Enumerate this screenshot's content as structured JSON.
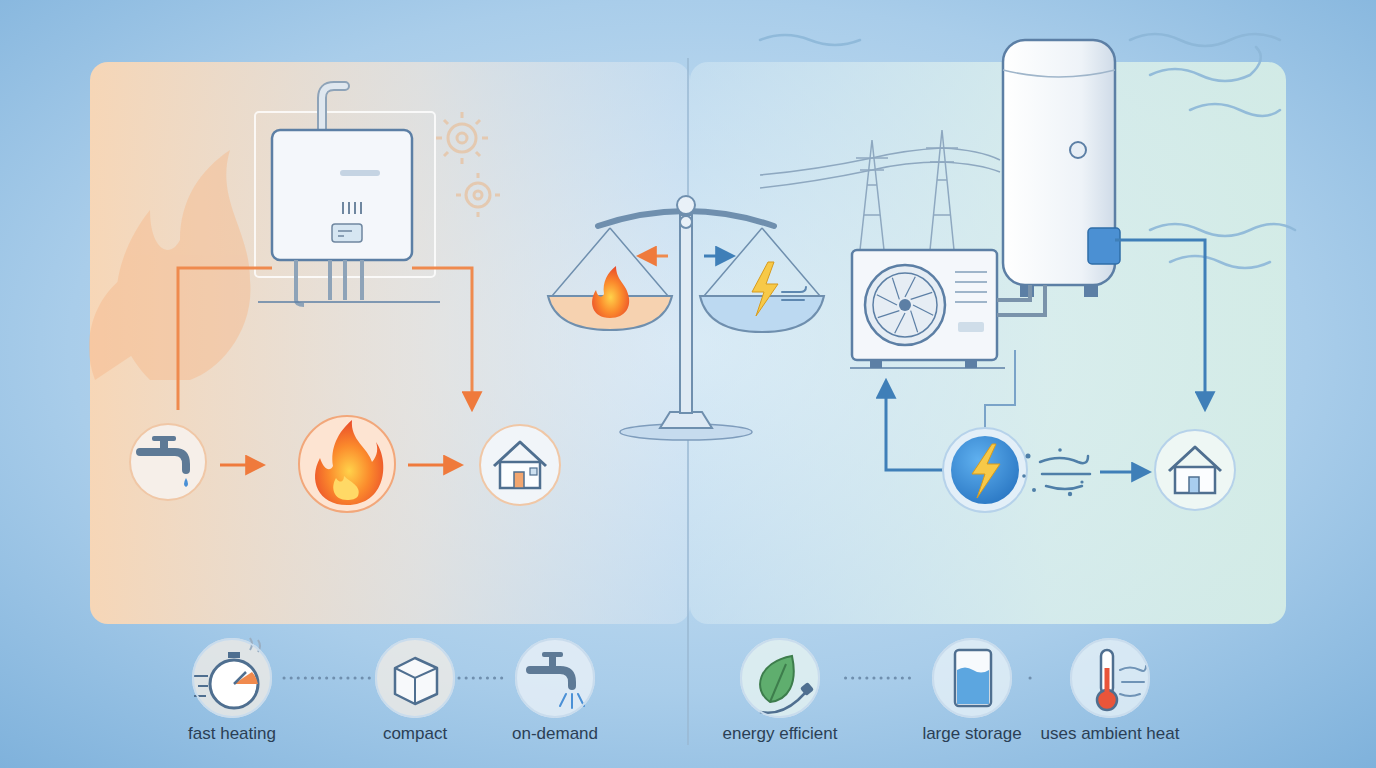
{
  "diagram": {
    "nodes": [
      {
        "text": [
          "fast heating"
        ]
      },
      {
        "text": [
          "compact"
        ]
      },
      {
        "text": [
          "on-demand"
        ]
      },
      {
        "text": [
          "energy efficient"
        ]
      },
      {
        "text": [
          "large storage"
        ]
      },
      {
        "text": [
          "uses ambient heat"
        ]
      }
    ],
    "edges": [
      {
        "from": 0,
        "to": 1,
        "arrow": "none"
      },
      {
        "from": 1,
        "to": 2,
        "arrow": "none"
      },
      {
        "from": 3,
        "to": 4,
        "arrow": "none"
      },
      {
        "from": 4,
        "to": 5,
        "arrow": "none"
      }
    ]
  }
}
